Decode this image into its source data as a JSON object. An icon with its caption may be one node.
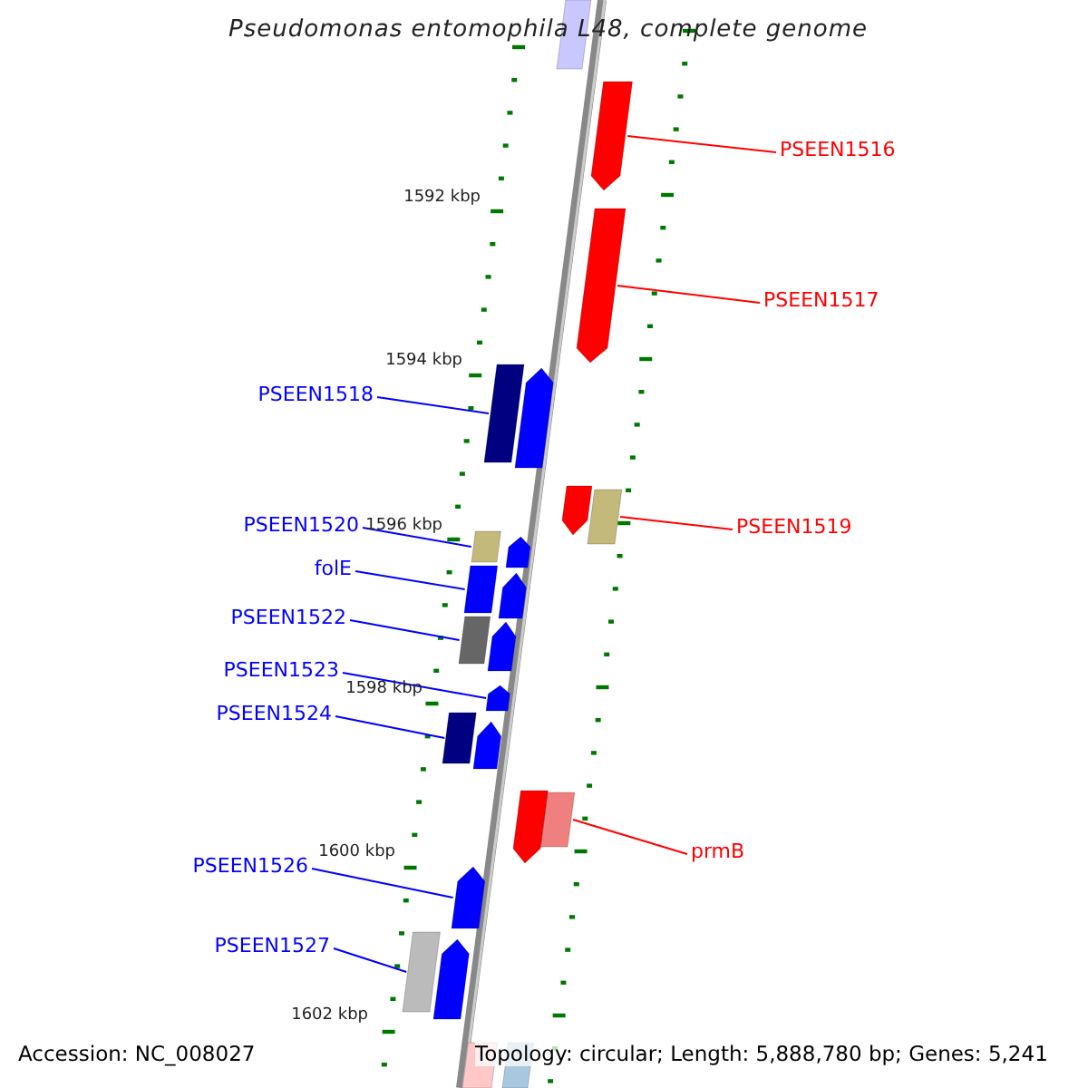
{
  "diagram": {
    "title": "Pseudomonas entomophila L48, complete genome",
    "nodes": [
      {
        "text": [
          "PSEEN1516"
        ]
      },
      {
        "text": [],
        "shape": "arrow"
      },
      {
        "text": [
          "PSEEN1517"
        ]
      },
      {
        "text": [],
        "shape": "arrow"
      },
      {
        "text": [
          "PSEEN1518"
        ]
      },
      {
        "text": [],
        "shape": "box"
      },
      {
        "text": [
          "PSEEN1519"
        ]
      },
      {
        "text": [],
        "shape": "box"
      },
      {
        "text": [
          "PSEEN1520"
        ]
      },
      {
        "text": [],
        "shape": "box"
      },
      {
        "text": [
          "folE"
        ]
      },
      {
        "text": [],
        "shape": "box"
      },
      {
        "text": [
          "PSEEN1522"
        ]
      },
      {
        "text": [],
        "shape": "box"
      },
      {
        "text": [
          "PSEEN1523"
        ]
      },
      {
        "text": [],
        "shape": "arrow"
      },
      {
        "text": [
          "PSEEN1524"
        ]
      },
      {
        "text": [],
        "shape": "box"
      },
      {
        "text": [
          "prmB"
        ]
      },
      {
        "text": [],
        "shape": "box"
      },
      {
        "text": [
          "PSEEN1526"
        ]
      },
      {
        "text": [],
        "shape": "arrow"
      },
      {
        "text": [
          "PSEEN1527"
        ]
      },
      {
        "text": [],
        "shape": "box"
      },
      {
        "text": [],
        "shape": "box"
      },
      {
        "text": [],
        "shape": "arrow"
      },
      {
        "text": [],
        "shape": "arrow"
      },
      {
        "text": [],
        "shape": "arrow"
      },
      {
        "text": [],
        "shape": "arrow"
      },
      {
        "text": [],
        "shape": "arrow"
      },
      {
        "text": [],
        "shape": "arrow"
      },
      {
        "text": [],
        "shape": "arrow"
      },
      {
        "text": [],
        "shape": "arrow"
      },
      {
        "text": [],
        "shape": "box"
      },
      {
        "text": [],
        "shape": "box"
      }
    ],
    "edges": [
      {
        "from": 0,
        "to": 1,
        "arrow": "none",
        "color": "#ff0000"
      },
      {
        "from": 2,
        "to": 3,
        "arrow": "none",
        "color": "#ff0000"
      },
      {
        "from": 4,
        "to": 5,
        "arrow": "none"
      },
      {
        "from": 6,
        "to": 7,
        "arrow": "none",
        "color": "#ff0000"
      },
      {
        "from": 8,
        "to": 9,
        "arrow": "none"
      },
      {
        "from": 10,
        "to": 11,
        "arrow": "none"
      },
      {
        "from": 12,
        "to": 13,
        "arrow": "none"
      },
      {
        "from": 14,
        "to": 15,
        "arrow": "none"
      },
      {
        "from": 16,
        "to": 17,
        "arrow": "none"
      },
      {
        "from": 18,
        "to": 19,
        "arrow": "none",
        "color": "#ff0000"
      },
      {
        "from": 20,
        "to": 21,
        "arrow": "none"
      },
      {
        "from": 22,
        "to": 23,
        "arrow": "none"
      }
    ],
    "labels": [
      "1592 kbp",
      "1594 kbp",
      "1596 kbp",
      "1598 kbp",
      "1600 kbp",
      "1602 kbp",
      "Accession: NC_008027",
      "Topology: circular; Length: 5,888,780 bp; Genes: 5,241"
    ]
  }
}
